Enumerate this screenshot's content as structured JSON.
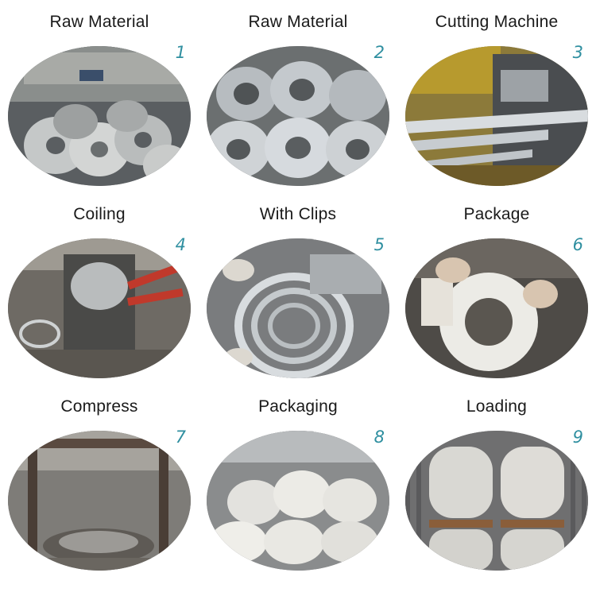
{
  "steps": [
    {
      "title": "Raw Material",
      "number": "1"
    },
    {
      "title": "Raw Material",
      "number": "2"
    },
    {
      "title": "Cutting Machine",
      "number": "3"
    },
    {
      "title": "Coiling",
      "number": "4"
    },
    {
      "title": "With Clips",
      "number": "5"
    },
    {
      "title": "Package",
      "number": "6"
    },
    {
      "title": "Compress",
      "number": "7"
    },
    {
      "title": "Packaging",
      "number": "8"
    },
    {
      "title": "Loading",
      "number": "9"
    }
  ],
  "colors": {
    "number": "#2f8fa0",
    "title": "#1a1a1a",
    "steel": "#c9ced3",
    "white_bag": "#ecebe6"
  }
}
